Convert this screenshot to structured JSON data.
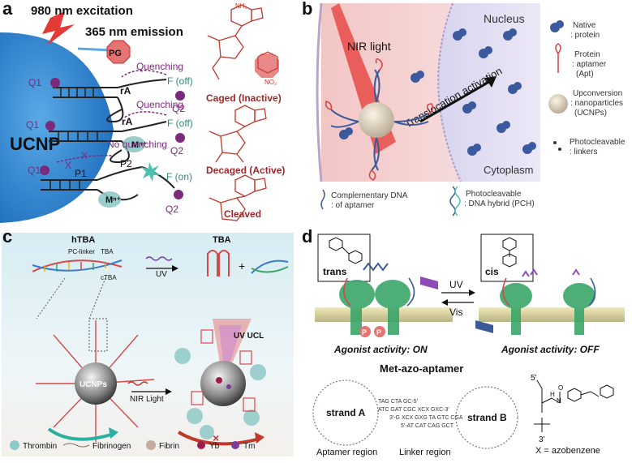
{
  "panel_a": {
    "label": "a",
    "excitation": "980 nm excitation",
    "emission": "365 nm emission",
    "pg": "PG",
    "ucnp": "UCNP",
    "quenching1": "Quenching",
    "quenching2": "Quenching",
    "no_quenching": "No quenching",
    "f_off1": "F (off)",
    "f_off2": "F (off)",
    "f_on": "F (on)",
    "q1a": "Q1",
    "q1b": "Q1",
    "q1c": "Q1",
    "q2a": "Q2",
    "q2b": "Q2",
    "q2c": "Q2",
    "ra1": "rA",
    "ra2": "rA",
    "mn1": "Mⁿ⁺",
    "mn2": "Mⁿ⁺",
    "p1": "P1",
    "p2": "P2",
    "x1": "X",
    "x2": "X",
    "nh2": "NH₂",
    "no2": "NO₂",
    "caged": "Caged (Inactive)",
    "decaged": "Decaged (Active)",
    "cleaved": "Cleaved"
  },
  "panel_b": {
    "label": "b",
    "nir": "NIR light",
    "nucleus": "Nucleus",
    "cytoplasm": "Cytoplasm",
    "translocation": "Translocation activation",
    "legend": {
      "native_1": "Native",
      "native_2": ": protein",
      "apt_1": "Protein",
      "apt_2": ": aptamer",
      "apt_3": "(Apt)",
      "ucnp_1": "Upconversion",
      "ucnp_2": ": nanoparticles",
      "ucnp_3": "(UCNPs)",
      "linker_1": "Photocleavable",
      "linker_2": ": linkers",
      "comp_1": "Complementary DNA",
      "comp_2": ": of aptamer",
      "pch_1": "Photocleavable",
      "pch_2": ": DNA hybrid (PCH)"
    }
  },
  "panel_c": {
    "label": "c",
    "htba": "hTBA",
    "pclinker": "PC-linker",
    "tba_small": "TBA",
    "ctba": "cTBA",
    "uv": "UV",
    "tba": "TBA",
    "ucnps": "UCNPs",
    "nir": "NIR Light",
    "uvucl": "UV UCL",
    "legend": {
      "thrombin": "Thrombin",
      "fibrinogen": "Fibrinogen",
      "fibrin": "Fibrin",
      "yb": "Yb",
      "tm": "Tm"
    }
  },
  "panel_d": {
    "label": "d",
    "trans": "trans",
    "cis": "cis",
    "uv": "UV",
    "vis": "Vis",
    "p": "P",
    "agonist_on": "Agonist activity: ON",
    "agonist_off": "Agonist activity: OFF",
    "met_title": "Met-azo-aptamer",
    "strand_a": "strand A",
    "strand_b": "strand B",
    "aptamer_region": "Aptamer region",
    "linker_region": "Linker region",
    "x_label": "X = azobenzene",
    "five": "5'",
    "three": "3'",
    "seq": [
      "TAG CTA GC-5'",
      "ATC GAT CGC XCX GXC-3'",
      "3'-G XCX GXG TA GTC CGA",
      "5'-AT CAT CAG GCT"
    ],
    "chem_n": "N",
    "chem_h": "H",
    "chem_o": "O"
  }
}
